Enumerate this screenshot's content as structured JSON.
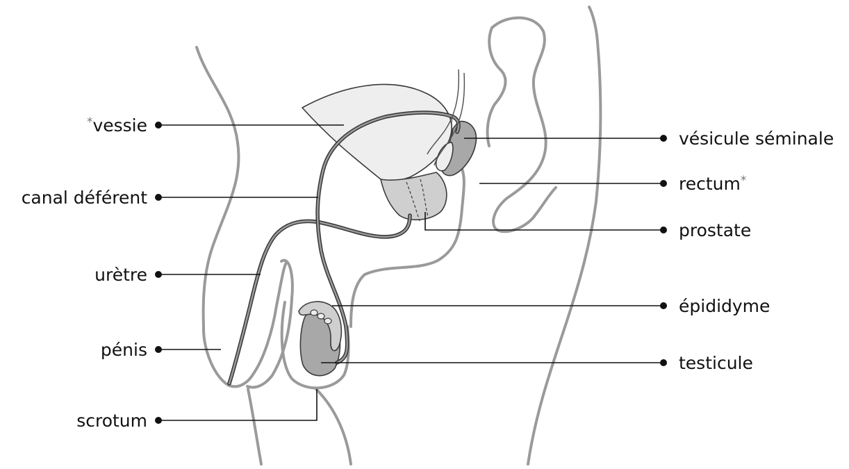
{
  "colors": {
    "outline": "#9a9a9a",
    "organ_light": "#eeeeee",
    "organ_mid": "#cfcfcf",
    "organ_dark": "#a8a8a8",
    "line": "#111111"
  },
  "labels": {
    "vessie": {
      "asterisk": "*",
      "text": "vessie"
    },
    "canal_deferent": {
      "text": "canal déférent"
    },
    "uretre": {
      "text": "urètre"
    },
    "penis": {
      "text": "pénis"
    },
    "scrotum": {
      "text": "scrotum"
    },
    "vesicule_seminale": {
      "text": "vésicule séminale"
    },
    "rectum": {
      "text": "rectum",
      "asterisk": "*"
    },
    "prostate": {
      "text": "prostate"
    },
    "epididyme": {
      "text": "épididyme"
    },
    "testicule": {
      "text": "testicule"
    }
  }
}
